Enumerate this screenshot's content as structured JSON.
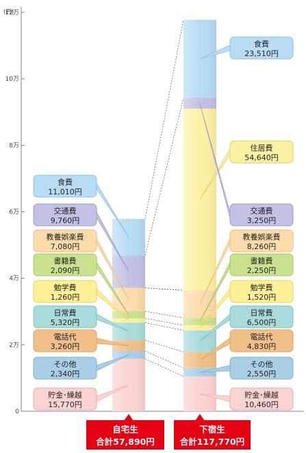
{
  "chart_data": {
    "type": "bar",
    "stacked": true,
    "yunit": "(円)",
    "ytick_labels": [
      "0",
      "2万",
      "4万",
      "6万",
      "8万",
      "10万",
      "12万"
    ],
    "ylim": [
      0,
      120000
    ],
    "categories": [
      "自宅生",
      "下宿生"
    ],
    "category_totals": [
      "合計57,890円",
      "合計117,770円"
    ],
    "series": [
      {
        "name": "貯金･繰越",
        "values": [
          15770,
          10460
        ],
        "labels": [
          "15,770円",
          "10,460円"
        ],
        "color": "#fbd3d3"
      },
      {
        "name": "その他",
        "values": [
          2340,
          2550
        ],
        "labels": [
          "2,340円",
          "2,550円"
        ],
        "color": "#a9cfe6"
      },
      {
        "name": "電話代",
        "values": [
          3260,
          4830
        ],
        "labels": [
          "3,260円",
          "4,830円"
        ],
        "color": "#f1c088"
      },
      {
        "name": "日常費",
        "values": [
          5320,
          6500
        ],
        "labels": [
          "5,320円",
          "6,500円"
        ],
        "color": "#aadbdc"
      },
      {
        "name": "勉学費",
        "values": [
          1260,
          1520
        ],
        "labels": [
          "1,260円",
          "1,520円"
        ],
        "color": "#fdf096"
      },
      {
        "name": "書籍費",
        "values": [
          2090,
          2250
        ],
        "labels": [
          "2,090円",
          "2,250円"
        ],
        "color": "#cae28f"
      },
      {
        "name": "教養娯楽費",
        "values": [
          7080,
          8260
        ],
        "labels": [
          "7,080円",
          "8,260円"
        ],
        "color": "#fddcac"
      },
      {
        "name": "住居費",
        "values": [
          0,
          54640
        ],
        "labels": [
          "",
          "54,640円"
        ],
        "color": "#fdf2a4"
      },
      {
        "name": "交通費",
        "values": [
          9760,
          3250
        ],
        "labels": [
          "9,760円",
          "3,250円"
        ],
        "color": "#c3c1e4"
      },
      {
        "name": "食費",
        "values": [
          11010,
          23510
        ],
        "labels": [
          "11,010円",
          "23,510円"
        ],
        "color": "#b7dcf3"
      }
    ],
    "box_borders": {
      "貯金･繰越": "#f2aaaa",
      "その他": "#7fb1cf",
      "電話代": "#e3a05c",
      "日常費": "#7fc3c4",
      "勉学費": "#ecd24e",
      "書籍費": "#a8c85a",
      "教養娯楽費": "#efbd7d",
      "住居費": "#e3cf5a",
      "交通費": "#9e9bd0",
      "食費": "#8cc0e4"
    },
    "total_box_color": "#e50012",
    "grid": false
  }
}
